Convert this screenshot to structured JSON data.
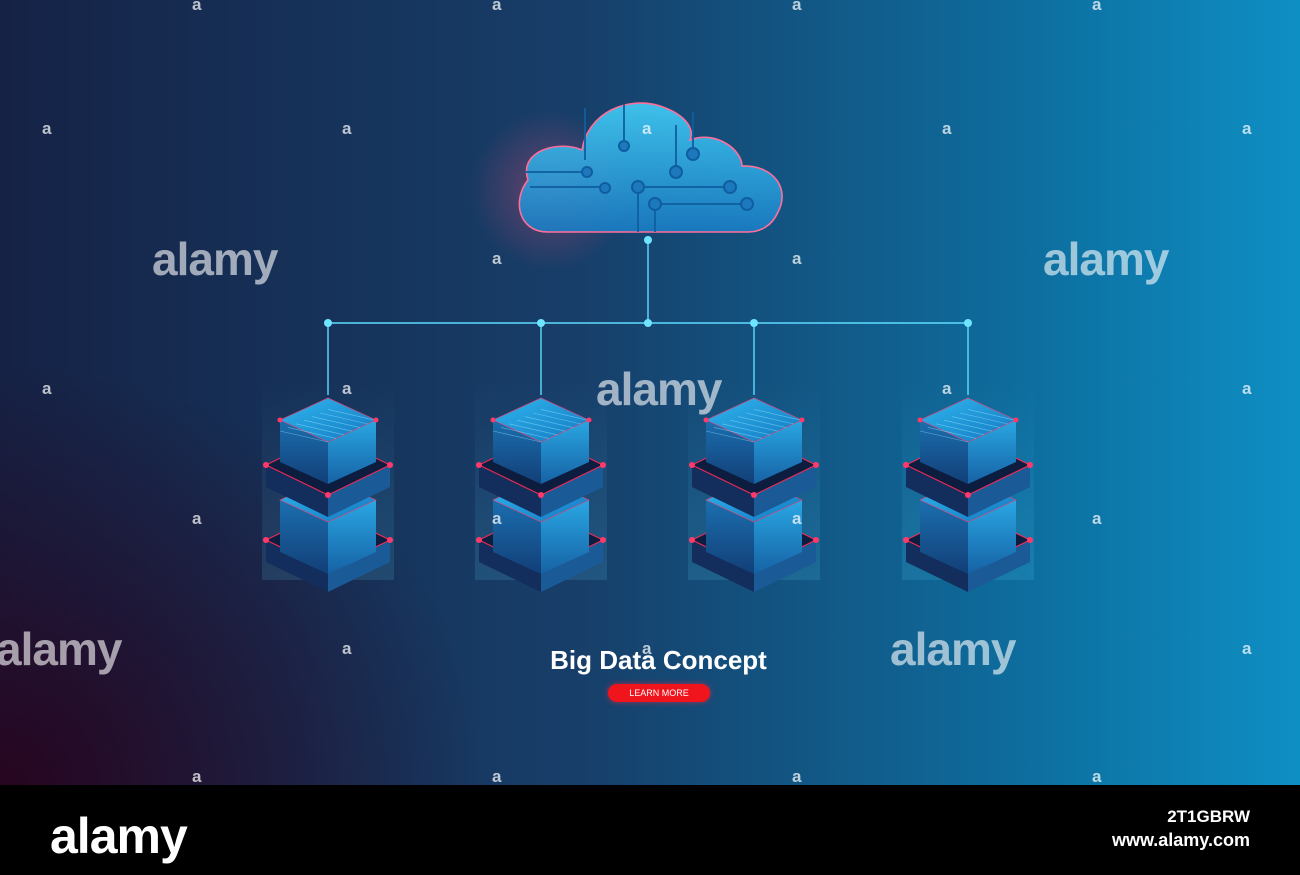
{
  "headline": "Big Data Concept",
  "cta_label": "LEARN MORE",
  "watermark": {
    "word": "alamy",
    "letter": "a"
  },
  "footer": {
    "logo": "alamy",
    "image_id": "2T1GBRW",
    "url": "www.alamy.com"
  },
  "diagram": {
    "nodes": [
      "cloud",
      "server-1",
      "server-2",
      "server-3",
      "server-4"
    ]
  },
  "colors": {
    "accent": "#f0141c",
    "cyan": "#4fd6ff",
    "glow_red": "#ff2a55",
    "footer_bg": "#000000"
  }
}
